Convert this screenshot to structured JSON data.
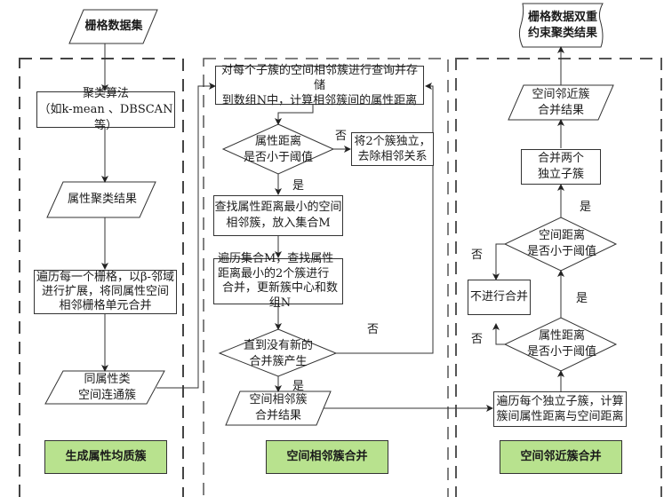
{
  "title_input": {
    "line1": "栅格数据集"
  },
  "output_final": {
    "line1": "栅格数据双重",
    "line2": "约束聚类结果"
  },
  "panel1": {
    "label": "生成属性均质簇",
    "clustering": {
      "line1": "聚类算法",
      "line2": "（如k-mean 、DBSCAN等）"
    },
    "attr_result": {
      "line1": "属性聚类结果"
    },
    "traverse": {
      "line1": "遍历每一个栅格，以β-邻域",
      "line2": "进行扩展，将同属性空间",
      "line3": "相邻栅格单元合并"
    },
    "connected": {
      "line1": "同属性类",
      "line2": "空间连通簇"
    }
  },
  "panel2": {
    "label": "空间相邻簇合并",
    "query": {
      "line1": "对每个子簇的空间相邻簇进行查询并存储",
      "line2": "到数组N中，计算相邻簇间的属性距离"
    },
    "decision1": {
      "line1": "属性距离",
      "line2": "是否小于阈值"
    },
    "separate": {
      "line1": "将2个簇独立，",
      "line2": "去除相邻关系"
    },
    "find_min": {
      "line1": "查找属性距离最小的空间",
      "line2": "相邻簇，放入集合M"
    },
    "merge": {
      "line1": "遍历集合M，查找属性",
      "line2": "距离最小的2个簇进行",
      "line3": "合并，更新簇中心和数组N"
    },
    "decision2": {
      "line1": "直到没有新的",
      "line2": "合并簇产生"
    },
    "result": {
      "line1": "空间相邻簇",
      "line2": "合并结果"
    },
    "yes": "是",
    "no": "否"
  },
  "panel3": {
    "label": "空间邻近簇合并",
    "traverse": {
      "line1": "遍历每个独立子簇，计算",
      "line2": "簇间属性距离与空间距离"
    },
    "decision_attr": {
      "line1": "属性距离",
      "line2": "是否小于阈值"
    },
    "decision_space": {
      "line1": "空间距离",
      "line2": "是否小于阈值"
    },
    "no_merge": {
      "line1": "不进行合并"
    },
    "merge_two": {
      "line1": "合并两个",
      "line2": "独立子簇"
    },
    "result": {
      "line1": "空间邻近簇",
      "line2": "合并结果"
    },
    "yes": "是",
    "no": "否"
  },
  "colors": {
    "stage_fill": "#b8e28e",
    "line": "#333333",
    "dash": "#555555"
  }
}
